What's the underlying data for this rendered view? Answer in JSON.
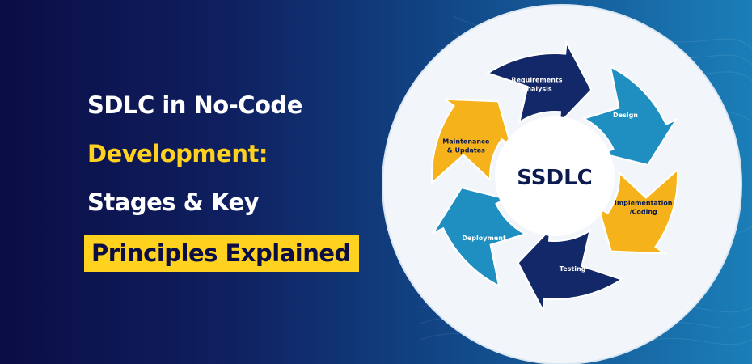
{
  "headline": {
    "line1": "SDLC in No-Code",
    "line2": "Development:",
    "line3": "Stages & Key",
    "line4": "Principles Explained"
  },
  "diagram": {
    "center_title": "SSDLC",
    "stages": [
      {
        "name": "Requirements Analysis",
        "label_lines": [
          "Requirements",
          "Analysis"
        ],
        "color": "#132868",
        "text_color": "#ffffff"
      },
      {
        "name": "Design",
        "label_lines": [
          "Design"
        ],
        "color": "#1e8fc0",
        "text_color": "#ffffff"
      },
      {
        "name": "Implementation/Coding",
        "label_lines": [
          "Implementation",
          "/Coding"
        ],
        "color": "#f5b21b",
        "text_color": "#0b1a4f"
      },
      {
        "name": "Testing",
        "label_lines": [
          "Testing"
        ],
        "color": "#132868",
        "text_color": "#ffffff"
      },
      {
        "name": "Deployment",
        "label_lines": [
          "Deployment"
        ],
        "color": "#1e8fc0",
        "text_color": "#ffffff"
      },
      {
        "name": "Maintenance & Updates",
        "label_lines": [
          "Maintenance",
          "& Updates"
        ],
        "color": "#f5b21b",
        "text_color": "#0b1a4f"
      }
    ]
  },
  "colors": {
    "navy": "#0b0d45",
    "yellow": "#ffd21f",
    "blue": "#1e8fc0",
    "dark_blue": "#132868",
    "white_disc": "#f2f6fb"
  }
}
